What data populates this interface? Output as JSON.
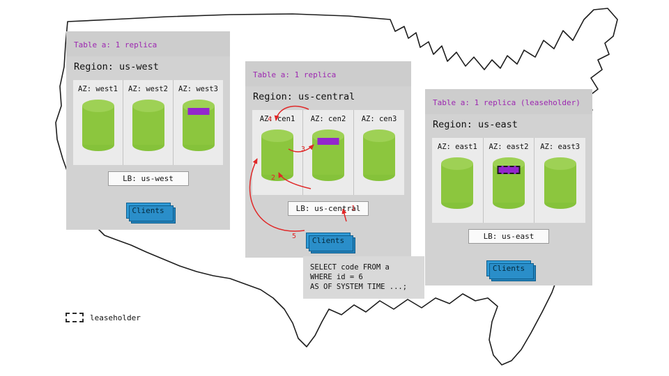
{
  "regions": [
    {
      "table_label": "Table a: 1 replica",
      "title": "Region: us-west",
      "azs": [
        {
          "label": "AZ: west1",
          "replica": false,
          "leaseholder": false
        },
        {
          "label": "AZ: west2",
          "replica": false,
          "leaseholder": false
        },
        {
          "label": "AZ: west3",
          "replica": true,
          "leaseholder": false
        }
      ],
      "lb_label": "LB: us-west",
      "clients_label": "Clients"
    },
    {
      "table_label": "Table a: 1 replica",
      "title": "Region: us-central",
      "azs": [
        {
          "label": "AZ: cen1",
          "replica": false,
          "leaseholder": false
        },
        {
          "label": "AZ: cen2",
          "replica": true,
          "leaseholder": false
        },
        {
          "label": "AZ: cen3",
          "replica": false,
          "leaseholder": false
        }
      ],
      "lb_label": "LB: us-central",
      "clients_label": "Clients"
    },
    {
      "table_label": "Table a: 1 replica (leaseholder)",
      "title": "Region: us-east",
      "azs": [
        {
          "label": "AZ: east1",
          "replica": false,
          "leaseholder": false
        },
        {
          "label": "AZ: east2",
          "replica": true,
          "leaseholder": true
        },
        {
          "label": "AZ: east3",
          "replica": false,
          "leaseholder": false
        }
      ],
      "lb_label": "LB: us-east",
      "clients_label": "Clients"
    }
  ],
  "query": {
    "text": "SELECT code FROM a\nWHERE id = 6\nAS OF SYSTEM TIME ...;"
  },
  "flow": {
    "steps": [
      "1",
      "2",
      "3",
      "4",
      "5"
    ]
  },
  "legend": {
    "label": "leaseholder"
  },
  "colors": {
    "replica_purple": "#9326cc",
    "table_label_purple": "#9c27b0",
    "cylinder_green": "#8cc63e",
    "clients_blue": "#2f9ad6",
    "arrow_red": "#e02828",
    "panel_gray": "#d2d2d2"
  }
}
